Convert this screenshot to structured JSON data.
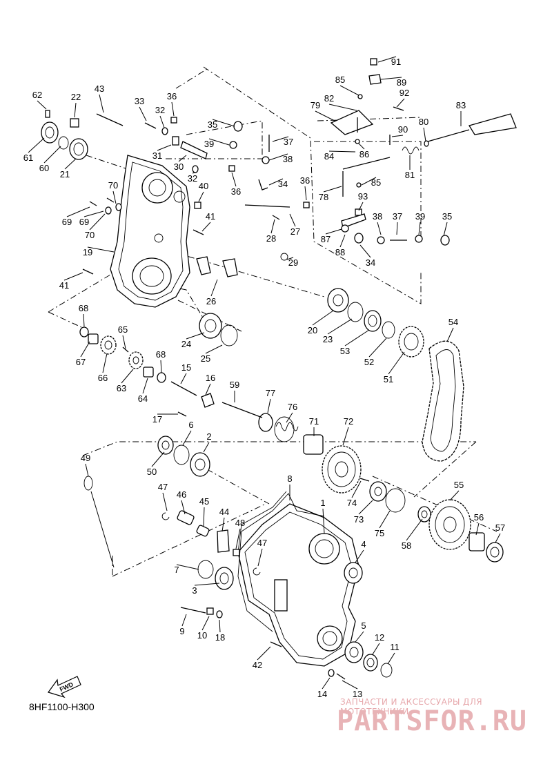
{
  "diagram": {
    "code": "8HF1100-H300",
    "fwd_label": "FWD",
    "watermark_line1": "ЗАПЧАСТИ И АКСЕССУАРЫ ДЛЯ МОТОТЕХНИКИ",
    "watermark_line2": "PARTSFOR.RU",
    "watermark_color": "#e8b3b6",
    "callouts": [
      "1",
      "2",
      "3",
      "4",
      "5",
      "6",
      "7",
      "8",
      "9",
      "10",
      "11",
      "12",
      "13",
      "14",
      "15",
      "16",
      "17",
      "18",
      "19",
      "20",
      "21",
      "22",
      "23",
      "24",
      "25",
      "26",
      "27",
      "28",
      "29",
      "30",
      "31",
      "32",
      "32",
      "33",
      "34",
      "34",
      "35",
      "35",
      "36",
      "36",
      "36",
      "37",
      "37",
      "38",
      "38",
      "39",
      "39",
      "40",
      "41",
      "41",
      "42",
      "43",
      "44",
      "45",
      "46",
      "47",
      "47",
      "48",
      "49",
      "50",
      "51",
      "52",
      "53",
      "54",
      "55",
      "56",
      "57",
      "58",
      "59",
      "60",
      "61",
      "62",
      "63",
      "64",
      "65",
      "66",
      "67",
      "68",
      "68",
      "69",
      "69",
      "70",
      "70",
      "71",
      "72",
      "73",
      "74",
      "75",
      "76",
      "77",
      "78",
      "79",
      "80",
      "81",
      "82",
      "83",
      "84",
      "85",
      "85",
      "86",
      "87",
      "88",
      "89",
      "90",
      "91",
      "92",
      "93"
    ]
  }
}
